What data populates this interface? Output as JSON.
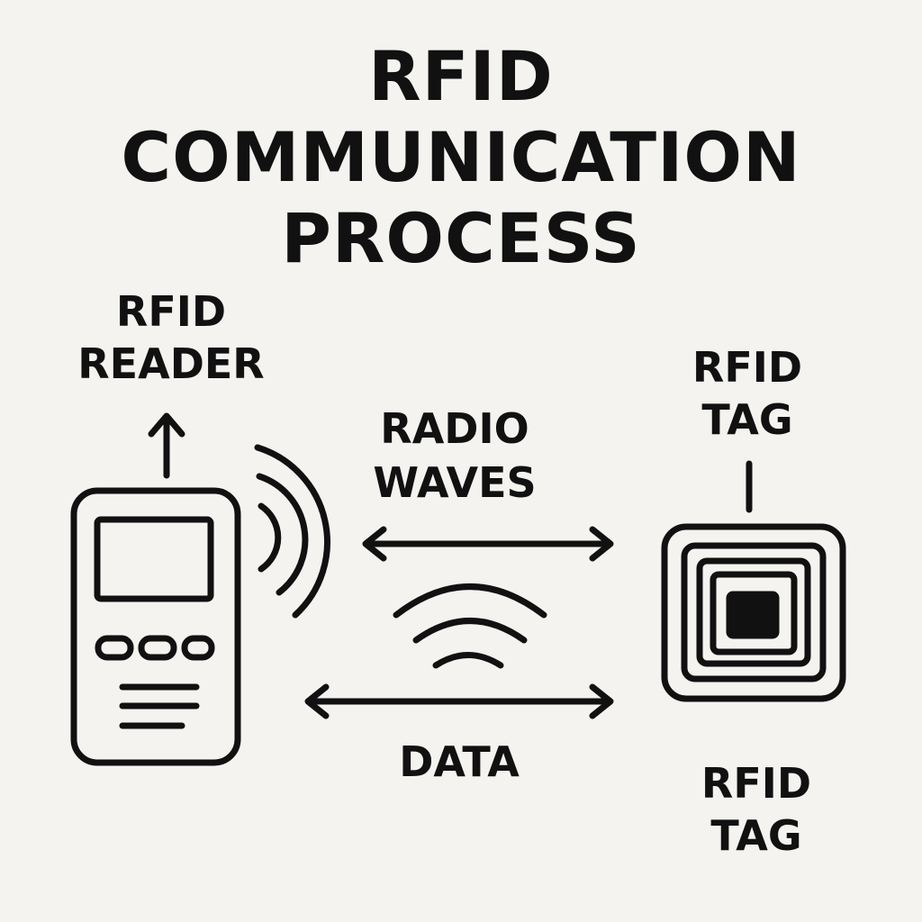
{
  "title": {
    "lines": [
      "RFID",
      "COMMUNICATION",
      "PROCESS"
    ]
  },
  "labels": {
    "reader": [
      "RFID",
      "READER"
    ],
    "radio_waves": [
      "RADIO",
      "WAVES"
    ],
    "tag_top": [
      "RFID",
      "TAG"
    ],
    "data": "DATA",
    "tag_bottom": [
      "RFID",
      "TAG"
    ]
  },
  "colors": {
    "background": "#f4f3ef",
    "ink": "#111111"
  },
  "icons": {
    "reader": "handheld-rfid-reader-icon",
    "tag": "rfid-tag-chip-icon",
    "signal": "radio-wave-arcs-icon",
    "arrow": "double-headed-arrow-icon"
  }
}
